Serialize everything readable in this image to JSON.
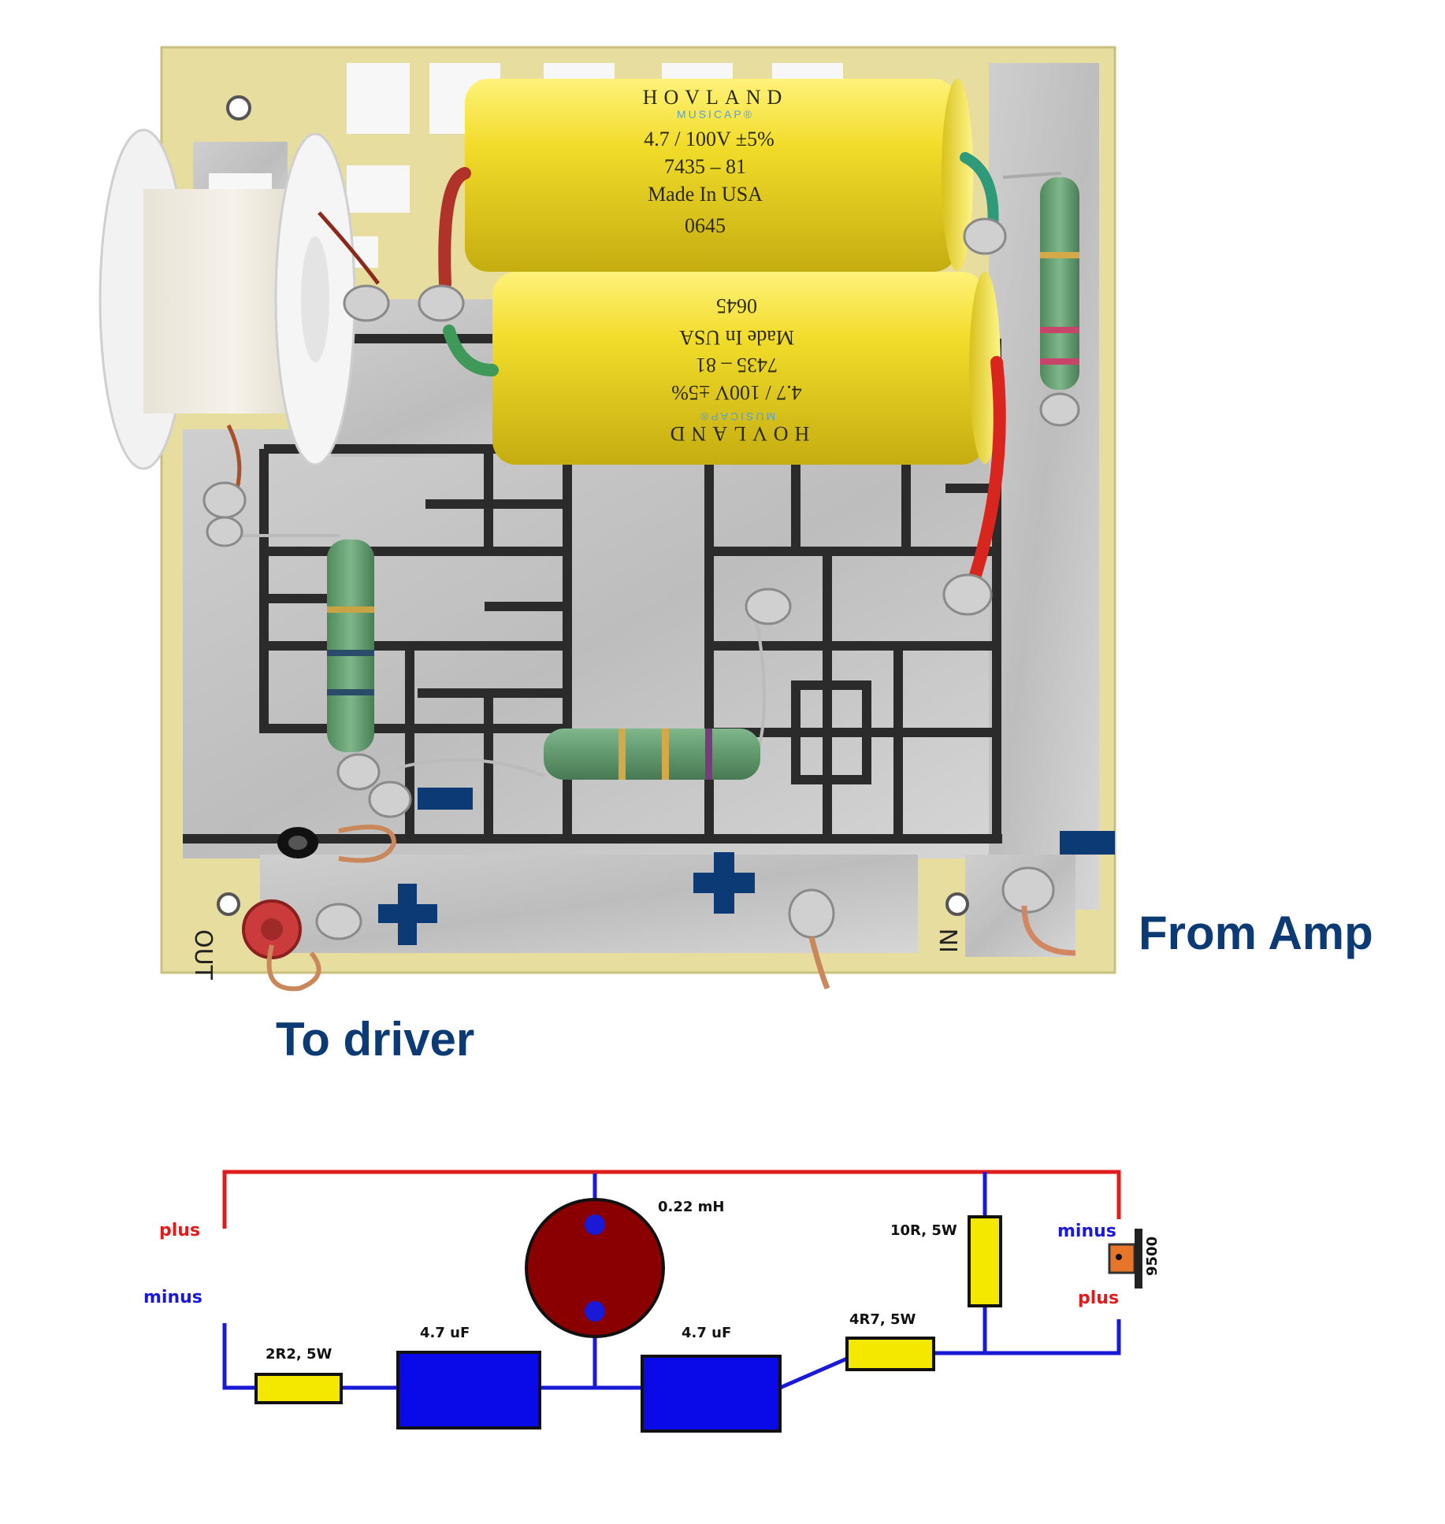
{
  "photo": {
    "callouts": {
      "to_driver": "To driver",
      "from_amp": "From Amp"
    },
    "board_marks": {
      "out": "OUT",
      "in": "IN"
    },
    "capacitor_top": {
      "brand": "HOVLAND",
      "series": "MUSICAP®",
      "rating": "4.7 / 100V ±5%",
      "part": "7435 – 81",
      "origin": "Made In USA",
      "date": "0645"
    },
    "capacitor_bottom": {
      "brand": "HOVLAND",
      "series": "MUSICAP®",
      "rating": "4.7 / 100V ±5%",
      "part": "7435 – 81",
      "origin": "Made In USA",
      "date": "0645"
    }
  },
  "schematic": {
    "labels": {
      "plus_left": "plus",
      "minus_left": "minus",
      "minus_right": "minus",
      "plus_right": "plus",
      "tweeter_code": "9500"
    },
    "components": {
      "inductor": "0.22 mH",
      "r_input": "2R2, 5W",
      "cap_1": "4.7 uF",
      "cap_2": "4.7 uF",
      "r_series": "4R7, 5W",
      "r_shunt": "10R, 5W"
    },
    "colors": {
      "plus_wire": "#e01b1b",
      "minus_wire": "#1a1ad6",
      "capacitor": "#0a0ae8",
      "resistor": "#f5e800",
      "inductor": "#8a0000",
      "tweeter": "#e8762a",
      "callout_text": "#0c3a75",
      "polarity_marker": "#0c3a75"
    }
  }
}
